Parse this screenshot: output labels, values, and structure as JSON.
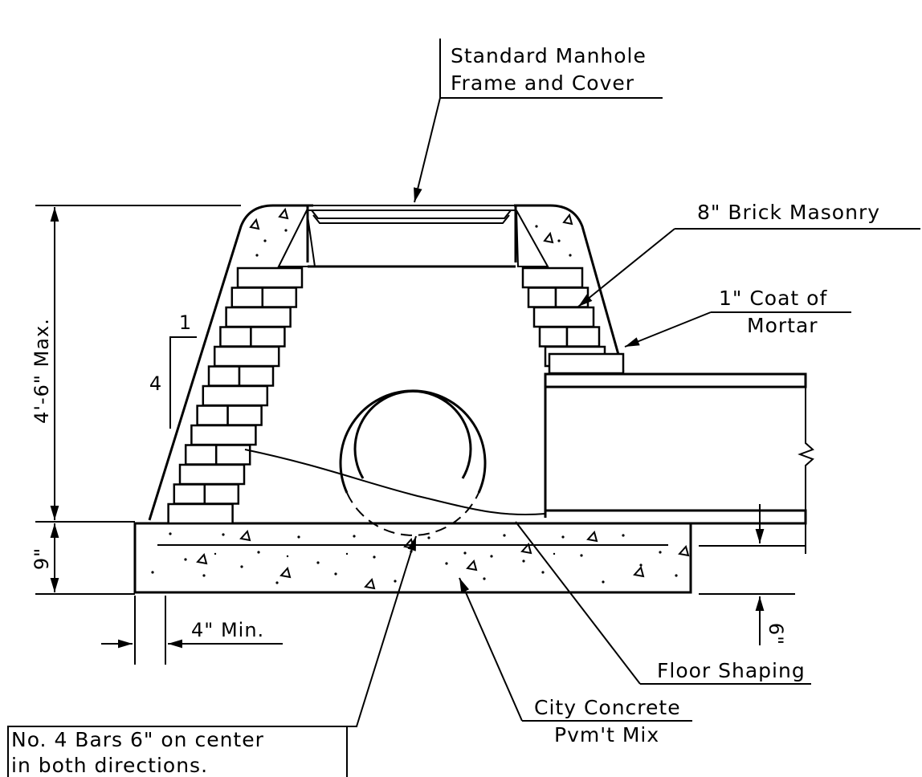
{
  "labels": {
    "manhole_line1": "Standard Manhole",
    "manhole_line2": "Frame and Cover",
    "brick": "8\" Brick Masonry",
    "mortar_line1": "1\" Coat of",
    "mortar_line2": "Mortar",
    "floor": "Floor Shaping",
    "concrete_line1": "City Concrete",
    "concrete_line2": "Pvm't Mix",
    "bars_line1": "No. 4 Bars 6\" on center",
    "bars_line2": "in both directions."
  },
  "dimensions": {
    "height": "4'-6\" Max.",
    "slab": "9\"",
    "min": "4\" Min.",
    "offset": "6\"",
    "slope_rise": "4",
    "slope_run": "1"
  }
}
